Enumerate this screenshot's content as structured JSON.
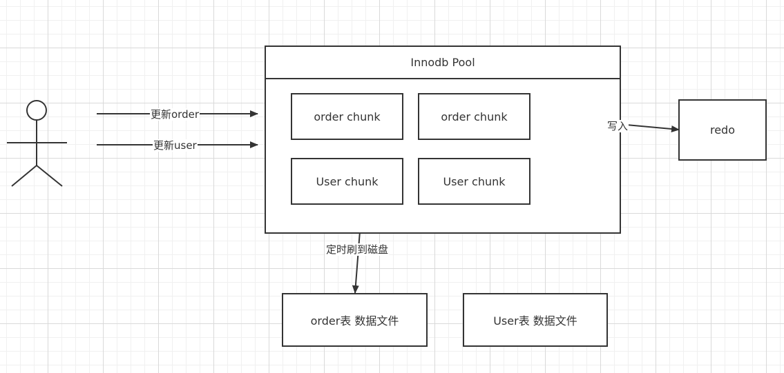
{
  "pool": {
    "title": "Innodb Pool"
  },
  "chunks": {
    "order_chunk_1": "order chunk",
    "order_chunk_2": "order chunk",
    "user_chunk_1": "User chunk",
    "user_chunk_2": "User chunk"
  },
  "redo": "redo",
  "files": {
    "order_file": "order表 数据文件",
    "user_file": "User表 数据文件"
  },
  "edges": {
    "update_order": "更新order",
    "update_user": "更新user",
    "write": "写入",
    "flush": "定时刷到磁盘"
  },
  "colors": {
    "stroke": "#333333",
    "grid": "#d9d9d9",
    "background": "#ffffff"
  }
}
